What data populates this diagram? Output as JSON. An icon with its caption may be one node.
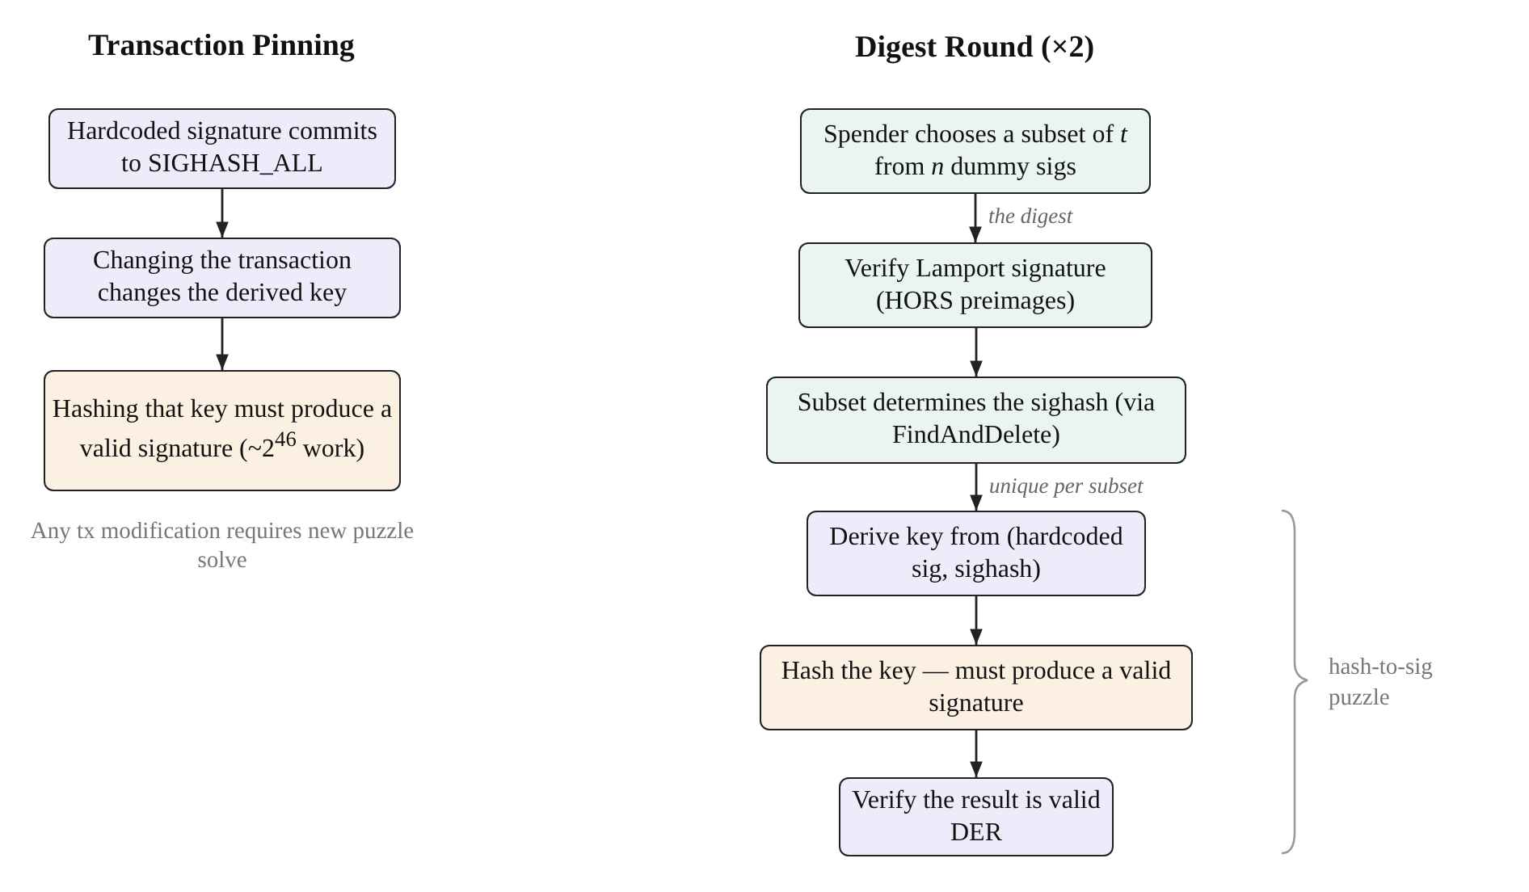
{
  "diagram": {
    "nodes": [
      {
        "text": [
          "Hardcoded signature commits to SIGHASH_ALL"
        ]
      },
      {
        "text": [
          "Changing the transaction changes the derived key"
        ]
      },
      {
        "text": [
          "Hashing that key must produce a valid signature (~2$^{46}$ work)"
        ],
        "beside": [
          "Any tx modification requires new puzzle solve"
        ]
      },
      {
        "text": [
          "Spender chooses a subset of *t* from *n* dummy sigs"
        ]
      },
      {
        "text": [
          "Verify Lamport signature (HORS preimages)"
        ]
      },
      {
        "text": [
          "Subset determines the sighash (via FindAndDelete)"
        ]
      },
      {
        "text": [
          "Derive key from (hardcoded sig, sighash)"
        ]
      },
      {
        "text": [
          "Hash the key — must produce a valid signature"
        ]
      },
      {
        "text": [
          "Verify the result is valid DER"
        ]
      }
    ],
    "edges": [
      {
        "from": 0,
        "to": 1,
        "arrow": "to"
      },
      {
        "from": 1,
        "to": 2,
        "arrow": "to"
      },
      {
        "from": 3,
        "to": 4,
        "arrow": "to",
        "label": "the digest"
      },
      {
        "from": 4,
        "to": 5,
        "arrow": "to"
      },
      {
        "from": 5,
        "to": 6,
        "arrow": "to",
        "label": "unique per subset"
      },
      {
        "from": 6,
        "to": 7,
        "arrow": "to"
      },
      {
        "from": 7,
        "to": 8,
        "arrow": "to"
      }
    ],
    "labels": [
      "Transaction Pinning",
      "Digest Round (×2)",
      "hash-to-sig puzzle"
    ]
  }
}
